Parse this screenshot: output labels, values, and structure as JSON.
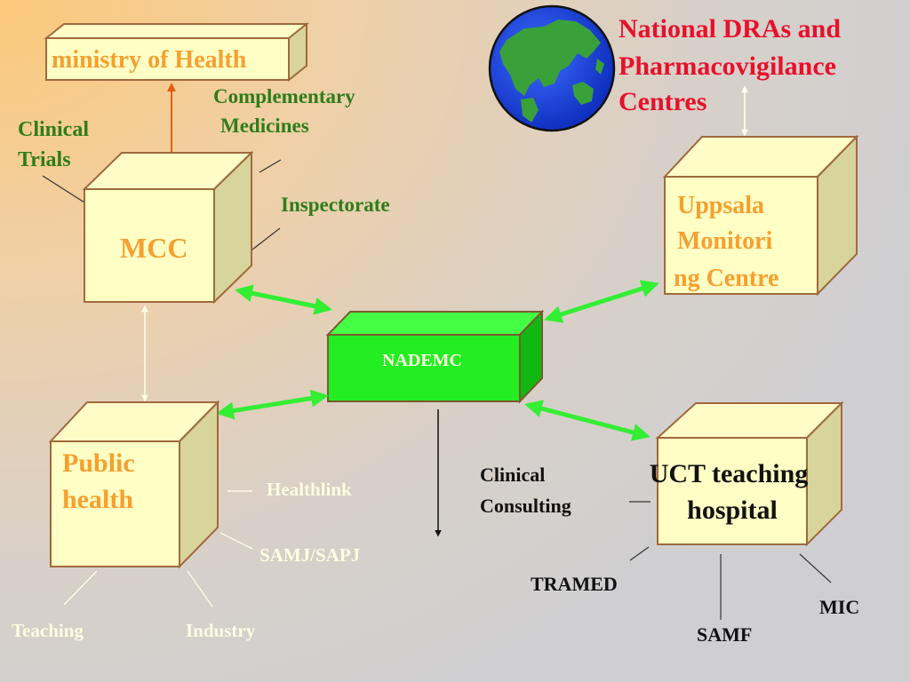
{
  "ministry": {
    "label": "ministry of Health"
  },
  "complementary": {
    "line1": "Complementary",
    "line2": "Medicines"
  },
  "clinical_trials": {
    "line1": "Clinical",
    "line2": "Trials"
  },
  "inspectorate": {
    "label": "Inspectorate"
  },
  "mcc": {
    "label": "MCC"
  },
  "national_dras": {
    "line1": "National DRAs and",
    "line2": "Pharmacovigilance",
    "line3": "Centres"
  },
  "uppsala": {
    "line1": "Uppsala",
    "line2": "Monitori",
    "line3": "ng Centre"
  },
  "nademc": {
    "label": "NADEMC"
  },
  "public_health": {
    "line1": "Public",
    "line2": "health"
  },
  "healthlink": {
    "label": "Healthlink"
  },
  "samj": {
    "label": "SAMJ/SAPJ"
  },
  "teaching": {
    "label": "Teaching"
  },
  "industry": {
    "label": "Industry"
  },
  "clinical_consulting": {
    "line1": "Clinical",
    "line2": "Consulting"
  },
  "uct": {
    "line1": "UCT teaching",
    "line2": "hospital"
  },
  "tramed": {
    "label": "TRAMED"
  },
  "mic": {
    "label": "MIC"
  },
  "samf": {
    "label": "SAMF"
  },
  "colors": {
    "arrow_green": "#33ee33",
    "box_fill": "#fffec4",
    "box_outline": "#a0693c",
    "orange_text": "#f5a030",
    "green_text": "#2e7d1a",
    "red_text": "#e8102a",
    "pale_text": "#fffde0"
  },
  "icons": [
    "globe-icon"
  ]
}
